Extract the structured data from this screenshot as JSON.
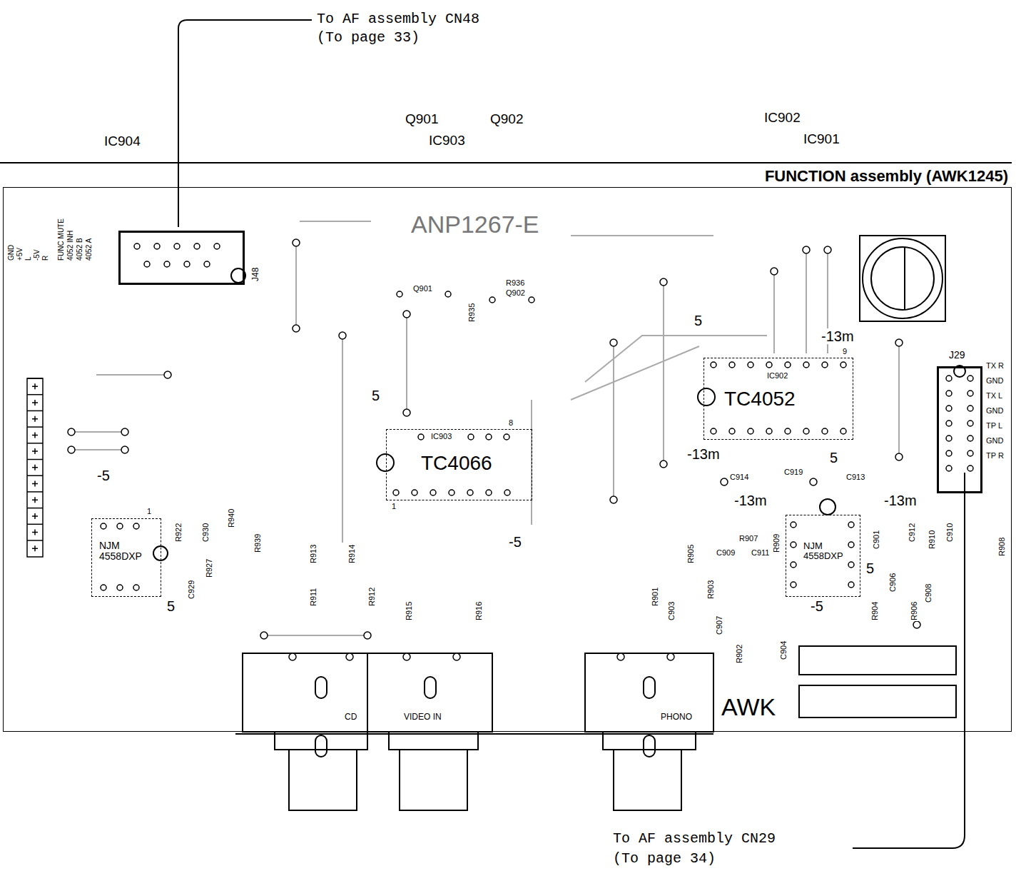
{
  "diagram": {
    "nodes": [
      {
        "text": [
          "FUNCTION assembly (AWK1245)"
        ]
      },
      {
        "text": [
          "IC903",
          "TC4066"
        ],
        "in": 0
      },
      {
        "text": [
          "IC902",
          "TC4052"
        ],
        "in": 0
      },
      {
        "text": [
          "NJM 4558DXP"
        ],
        "in": 0
      },
      {
        "text": [
          "NJM 4558DXP"
        ],
        "in": 0
      },
      {
        "text": [
          "J48"
        ],
        "in": 0
      },
      {
        "text": [
          "J29"
        ],
        "in": 0
      }
    ],
    "labels": [
      "To AF assembly CN48",
      "(To page 33)",
      "IC904",
      "Q901",
      "IC903",
      "Q902",
      "IC902",
      "IC901",
      "ANP1267-E",
      "GND",
      "+5V",
      "L",
      "-5V",
      "R",
      "FUNC MUTE",
      "4052 INH",
      "4052 B",
      "4052 A",
      "5",
      "-13m",
      "5",
      "-13m",
      "-13m",
      "-13m",
      "-5",
      "-5",
      "5",
      "5",
      "-5",
      "5",
      "8",
      "1",
      "9",
      "1",
      "TX R",
      "GND",
      "TX L",
      "GND",
      "TP L",
      "GND",
      "TP R",
      "Q901",
      "R936",
      "Q902",
      "R935",
      "C919",
      "C914",
      "C913",
      "R922",
      "C930",
      "R940",
      "R939",
      "R927",
      "C929",
      "R913",
      "R914",
      "R911",
      "R912",
      "R915",
      "R916",
      "R905",
      "C909",
      "R907",
      "C911",
      "R909",
      "R901",
      "C903",
      "R903",
      "C907",
      "R902",
      "C904",
      "C901",
      "C912",
      "R910",
      "C910",
      "R908",
      "C906",
      "R904",
      "R906",
      "C908",
      "CD",
      "VIDEO IN",
      "PHONO",
      "AWK",
      "To AF assembly CN29",
      "(To page 34)"
    ]
  }
}
